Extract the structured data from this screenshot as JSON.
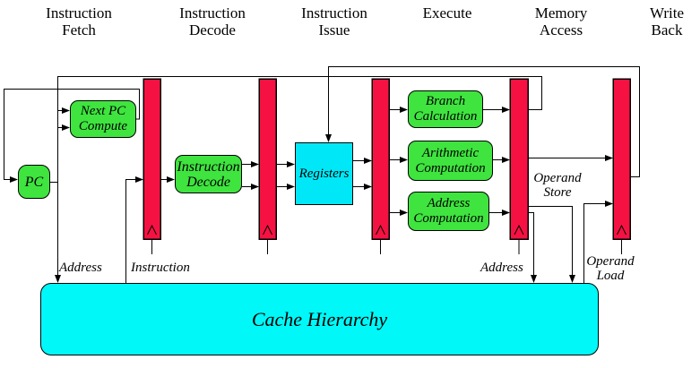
{
  "stage_headers": [
    {
      "label": "Instruction\nFetch"
    },
    {
      "label": "Instruction\nDecode"
    },
    {
      "label": "Instruction\nIssue"
    },
    {
      "label": "Execute"
    },
    {
      "label": "Memory\nAccess"
    },
    {
      "label": "Write\nBack"
    }
  ],
  "units": {
    "pc": "PC",
    "next_pc_compute": "Next PC\nCompute",
    "instruction_decode": "Instruction\nDecode",
    "registers": "Registers",
    "branch_calculation": "Branch\nCalculation",
    "arithmetic_computation": "Arithmetic\nComputation",
    "address_computation": "Address\nComputation",
    "cache_hierarchy": "Cache Hierarchy"
  },
  "wire_labels": {
    "fetch_address": "Address",
    "instruction": "Instruction",
    "memory_address": "Address",
    "operand_store": "Operand\nStore",
    "operand_load": "Operand\nLoad"
  },
  "colors": {
    "unit_green": "#3fe43f",
    "latch_red": "#f51243",
    "registers_cyan": "#00e8f8",
    "cache_cyan": "#00f8f8",
    "wire_black": "#000000"
  }
}
